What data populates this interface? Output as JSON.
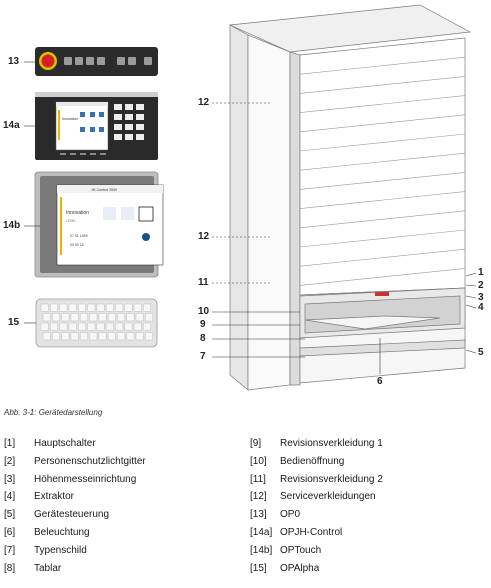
{
  "callouts": {
    "c13": "13",
    "c14a": "14a",
    "c14b": "14b",
    "c15": "15",
    "c12a": "12",
    "c12b": "12",
    "c11": "11",
    "c10": "10",
    "c9": "9",
    "c8": "8",
    "c7": "7",
    "c1": "1",
    "c2": "2",
    "c3": "3",
    "c4": "4",
    "c5": "5",
    "c6": "6"
  },
  "panel14a": {
    "tile_text": "Innovation"
  },
  "panel14b": {
    "header_text": "JH-Control 2000",
    "tile_title": "Innovation",
    "tile_sub": "LEVEL",
    "row1": "07 01 1989",
    "row2": "00 00 18"
  },
  "caption": "Abb. 3-1:   Gerätedarstellung",
  "legend_left": [
    {
      "key": "[1]",
      "text": "Hauptschalter"
    },
    {
      "key": "[2]",
      "text": "Personenschutzlichtgitter"
    },
    {
      "key": "[3]",
      "text": "Höhenmesseinrichtung"
    },
    {
      "key": "[4]",
      "text": "Extraktor"
    },
    {
      "key": "[5]",
      "text": "Gerätesteuerung"
    },
    {
      "key": "[6]",
      "text": "Beleuchtung"
    },
    {
      "key": "[7]",
      "text": "Typenschild"
    },
    {
      "key": "[8]",
      "text": "Tablar"
    }
  ],
  "legend_right": [
    {
      "key": "[9]",
      "text": "Revisionsverkleidung 1"
    },
    {
      "key": "[10]",
      "text": "Bedienöffnung"
    },
    {
      "key": "[11]",
      "text": "Revisionsverkleidung 2"
    },
    {
      "key": "[12]",
      "text": "Serviceverkleidungen"
    },
    {
      "key": "[13]",
      "text": "OP0"
    },
    {
      "key": "[14a]",
      "text": "OPJH-Control"
    },
    {
      "key": "[14b]",
      "text": "OPTouch"
    },
    {
      "key": "[15]",
      "text": "OPAlpha"
    }
  ]
}
